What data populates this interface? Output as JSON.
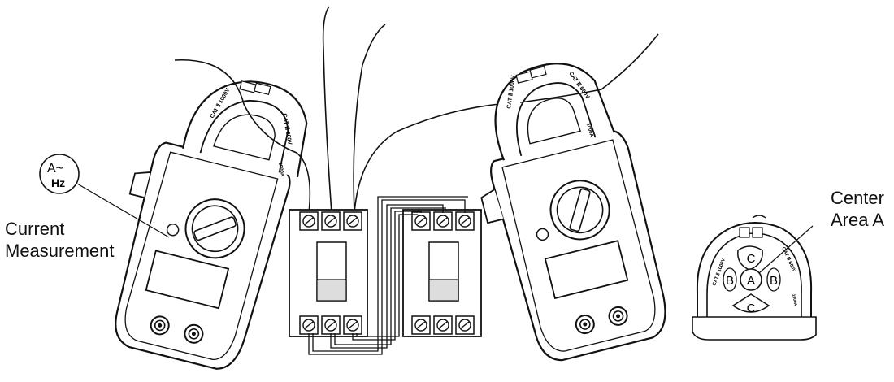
{
  "labels": {
    "current_measurement": [
      "Current",
      "Measurement"
    ],
    "center_area": [
      "Center",
      "Area A"
    ]
  },
  "icon_text": {
    "top": "A~",
    "bottom": "Hz"
  },
  "jaw_text": {
    "cat_left": "CAT Ⅱ 1000V",
    "cat_right": "CAT Ⅲ 600V",
    "rating": "1000A"
  },
  "area_letters": {
    "a": "A",
    "b": "B",
    "c": "C"
  },
  "colors": {
    "line": "#111111",
    "fill": "#ffffff",
    "shade": "#dddddd",
    "display": "#f4f4f4"
  }
}
